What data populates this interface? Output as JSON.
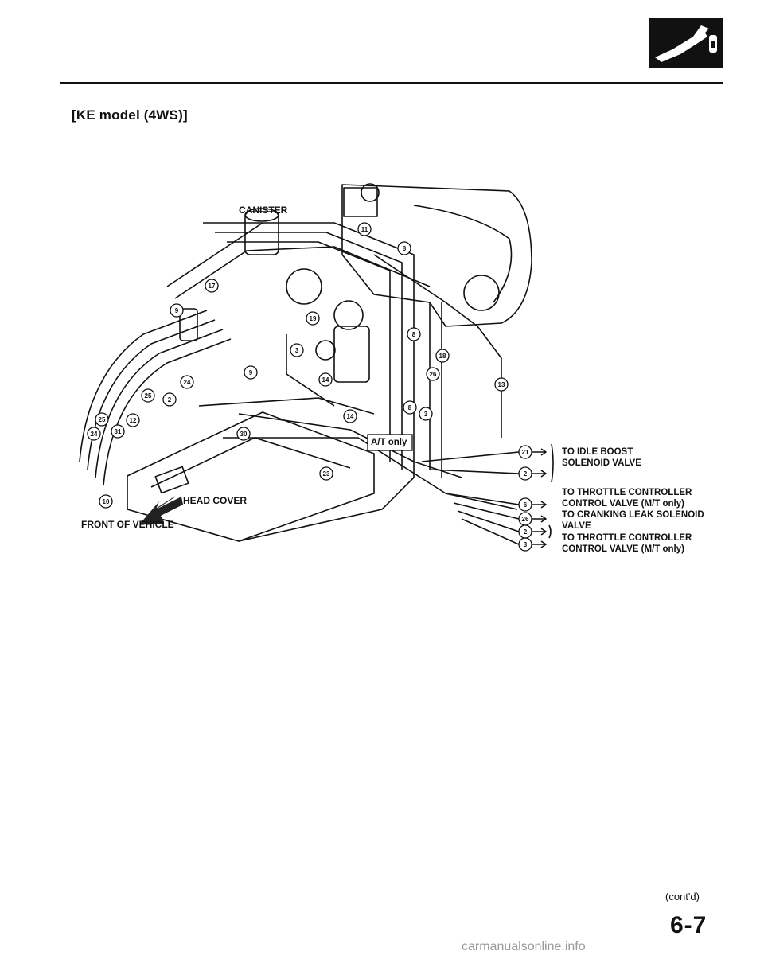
{
  "header": {
    "icon": "fuel-nozzle-icon",
    "subtitle": "[KE model (4WS)]"
  },
  "diagram": {
    "canister_label": "CANISTER",
    "at_only_label": "A/T only",
    "head_cover_label": "HEAD COVER",
    "front_label": "FRONT OF VEHICLE",
    "hose_numbers": {
      "h1": "8",
      "h2": "11",
      "h3": "8",
      "h4": "17",
      "h5": "9",
      "h6": "19",
      "h7": "3",
      "h8": "14",
      "h9": "9",
      "h10": "14",
      "h11": "18",
      "h12": "26",
      "h13": "13",
      "h14": "8",
      "h15": "3",
      "h16": "2",
      "h17": "25",
      "h18": "24",
      "h19": "25",
      "h20": "24",
      "h21": "31",
      "h22": "10",
      "h23": "12",
      "h24": "30",
      "h25": "23"
    },
    "callouts": [
      {
        "num": "21"
      },
      {
        "num": "2"
      },
      {
        "num": "6"
      },
      {
        "num": "26"
      },
      {
        "num": "2"
      },
      {
        "num": "3"
      }
    ],
    "right_labels": {
      "idle_boost": [
        "TO IDLE BOOST",
        "SOLENOID VALVE"
      ],
      "throttle_1": [
        "TO THROTTLE CONTROLLER",
        "CONTROL VALVE (M/T only)"
      ],
      "cranking_leak": [
        "TO CRANKING LEAK SOLENOID",
        "VALVE"
      ],
      "throttle_2": [
        "TO THROTTLE CONTROLLER",
        "CONTROL VALVE (M/T only)"
      ]
    }
  },
  "footer": {
    "contd": "(cont'd)",
    "page_number": "6-7",
    "watermark": "carmanualsonline.info"
  }
}
